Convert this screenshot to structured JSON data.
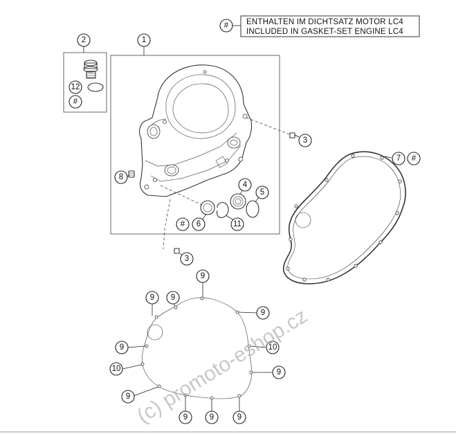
{
  "legend": {
    "symbol": "#",
    "line1": "ENTHALTEN IM DICHTSATZ MOTOR LC4",
    "line2": "INCLUDED IN GASKET-SET ENGINE LC4"
  },
  "callouts": [
    {
      "id": "1",
      "label": "1"
    },
    {
      "id": "2",
      "label": "2"
    },
    {
      "id": "12",
      "label": "12"
    },
    {
      "id": "hash-2",
      "label": "#"
    },
    {
      "id": "3-top",
      "label": "3"
    },
    {
      "id": "3-bottom",
      "label": "3"
    },
    {
      "id": "4",
      "label": "4"
    },
    {
      "id": "5",
      "label": "5"
    },
    {
      "id": "6",
      "label": "6"
    },
    {
      "id": "hash-6",
      "label": "#"
    },
    {
      "id": "7",
      "label": "7"
    },
    {
      "id": "hash-7",
      "label": "#"
    },
    {
      "id": "8",
      "label": "8"
    },
    {
      "id": "11",
      "label": "11"
    },
    {
      "id": "9-a",
      "label": "9"
    },
    {
      "id": "9-b",
      "label": "9"
    },
    {
      "id": "9-c",
      "label": "9"
    },
    {
      "id": "9-d",
      "label": "9"
    },
    {
      "id": "9-e",
      "label": "9"
    },
    {
      "id": "9-f",
      "label": "9"
    },
    {
      "id": "9-g",
      "label": "9"
    },
    {
      "id": "9-h",
      "label": "9"
    },
    {
      "id": "9-i",
      "label": "9"
    },
    {
      "id": "10-a",
      "label": "10"
    },
    {
      "id": "10-b",
      "label": "10"
    }
  ],
  "watermark": "(c) promoto-eshop.cz"
}
